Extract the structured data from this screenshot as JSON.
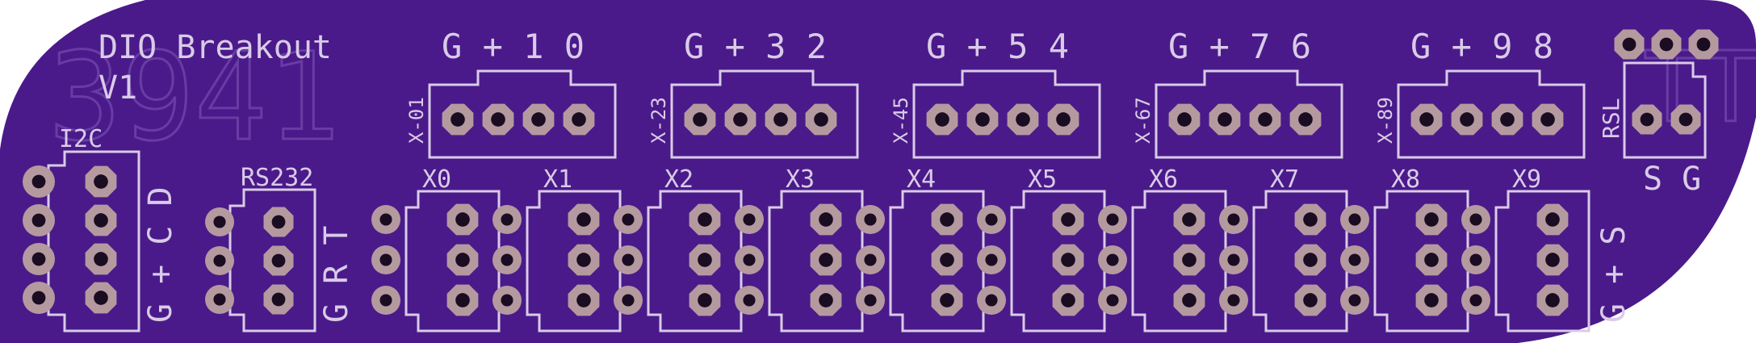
{
  "board": {
    "title": "DIO Breakout",
    "version": "V1",
    "watermark": "3941",
    "colors": {
      "background": "#ffffff",
      "board": "#4a1a8a",
      "silkscreen": "#d9cbe8",
      "pad": "#b49a9f",
      "drill": "#1a0d22"
    }
  },
  "labels": {
    "i2c": "I2C",
    "i2c_pins": "G + C D",
    "rs232": "RS232",
    "rs232_pins": "G R T",
    "pwm_pins": "G + S",
    "rsl": "RSL",
    "rsl_pins": "S G"
  },
  "headers": [
    {
      "title": "G + 1 0",
      "side": "X-01"
    },
    {
      "title": "G + 3 2",
      "side": "X-23"
    },
    {
      "title": "G + 5 4",
      "side": "X-45"
    },
    {
      "title": "G + 7 6",
      "side": "X-67"
    },
    {
      "title": "G + 9 8",
      "side": "X-89"
    }
  ],
  "channels": [
    "X0",
    "X1",
    "X2",
    "X3",
    "X4",
    "X5",
    "X6",
    "X7",
    "X8",
    "X9"
  ]
}
